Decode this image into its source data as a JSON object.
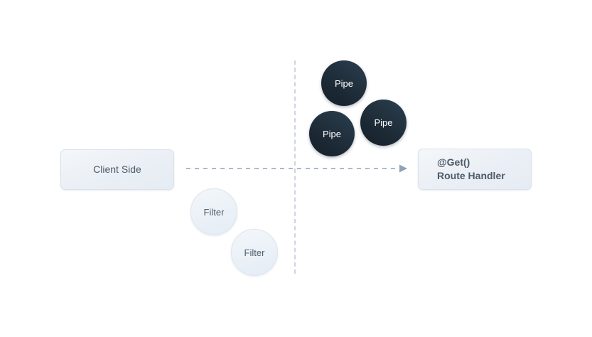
{
  "diagram": {
    "background_color": "#ffffff",
    "nodes": {
      "client_side": {
        "label": "Client Side"
      },
      "route_handler": {
        "line1": "@Get()",
        "line2": "Route Handler"
      }
    },
    "pipes": [
      {
        "label": "Pipe"
      },
      {
        "label": "Pipe"
      },
      {
        "label": "Pipe"
      }
    ],
    "filters": [
      {
        "label": "Filter"
      },
      {
        "label": "Filter"
      }
    ],
    "colors": {
      "pipe_fill": "#1b2731",
      "pipe_text": "#ffffff",
      "filter_fill": "#eaf0f6",
      "filter_text": "#505e6c",
      "box_fill": "#eef2f7",
      "box_text": "#4d5a68",
      "dashed_line": "#ccd6e0",
      "arrow": "#8fa2b5"
    }
  }
}
